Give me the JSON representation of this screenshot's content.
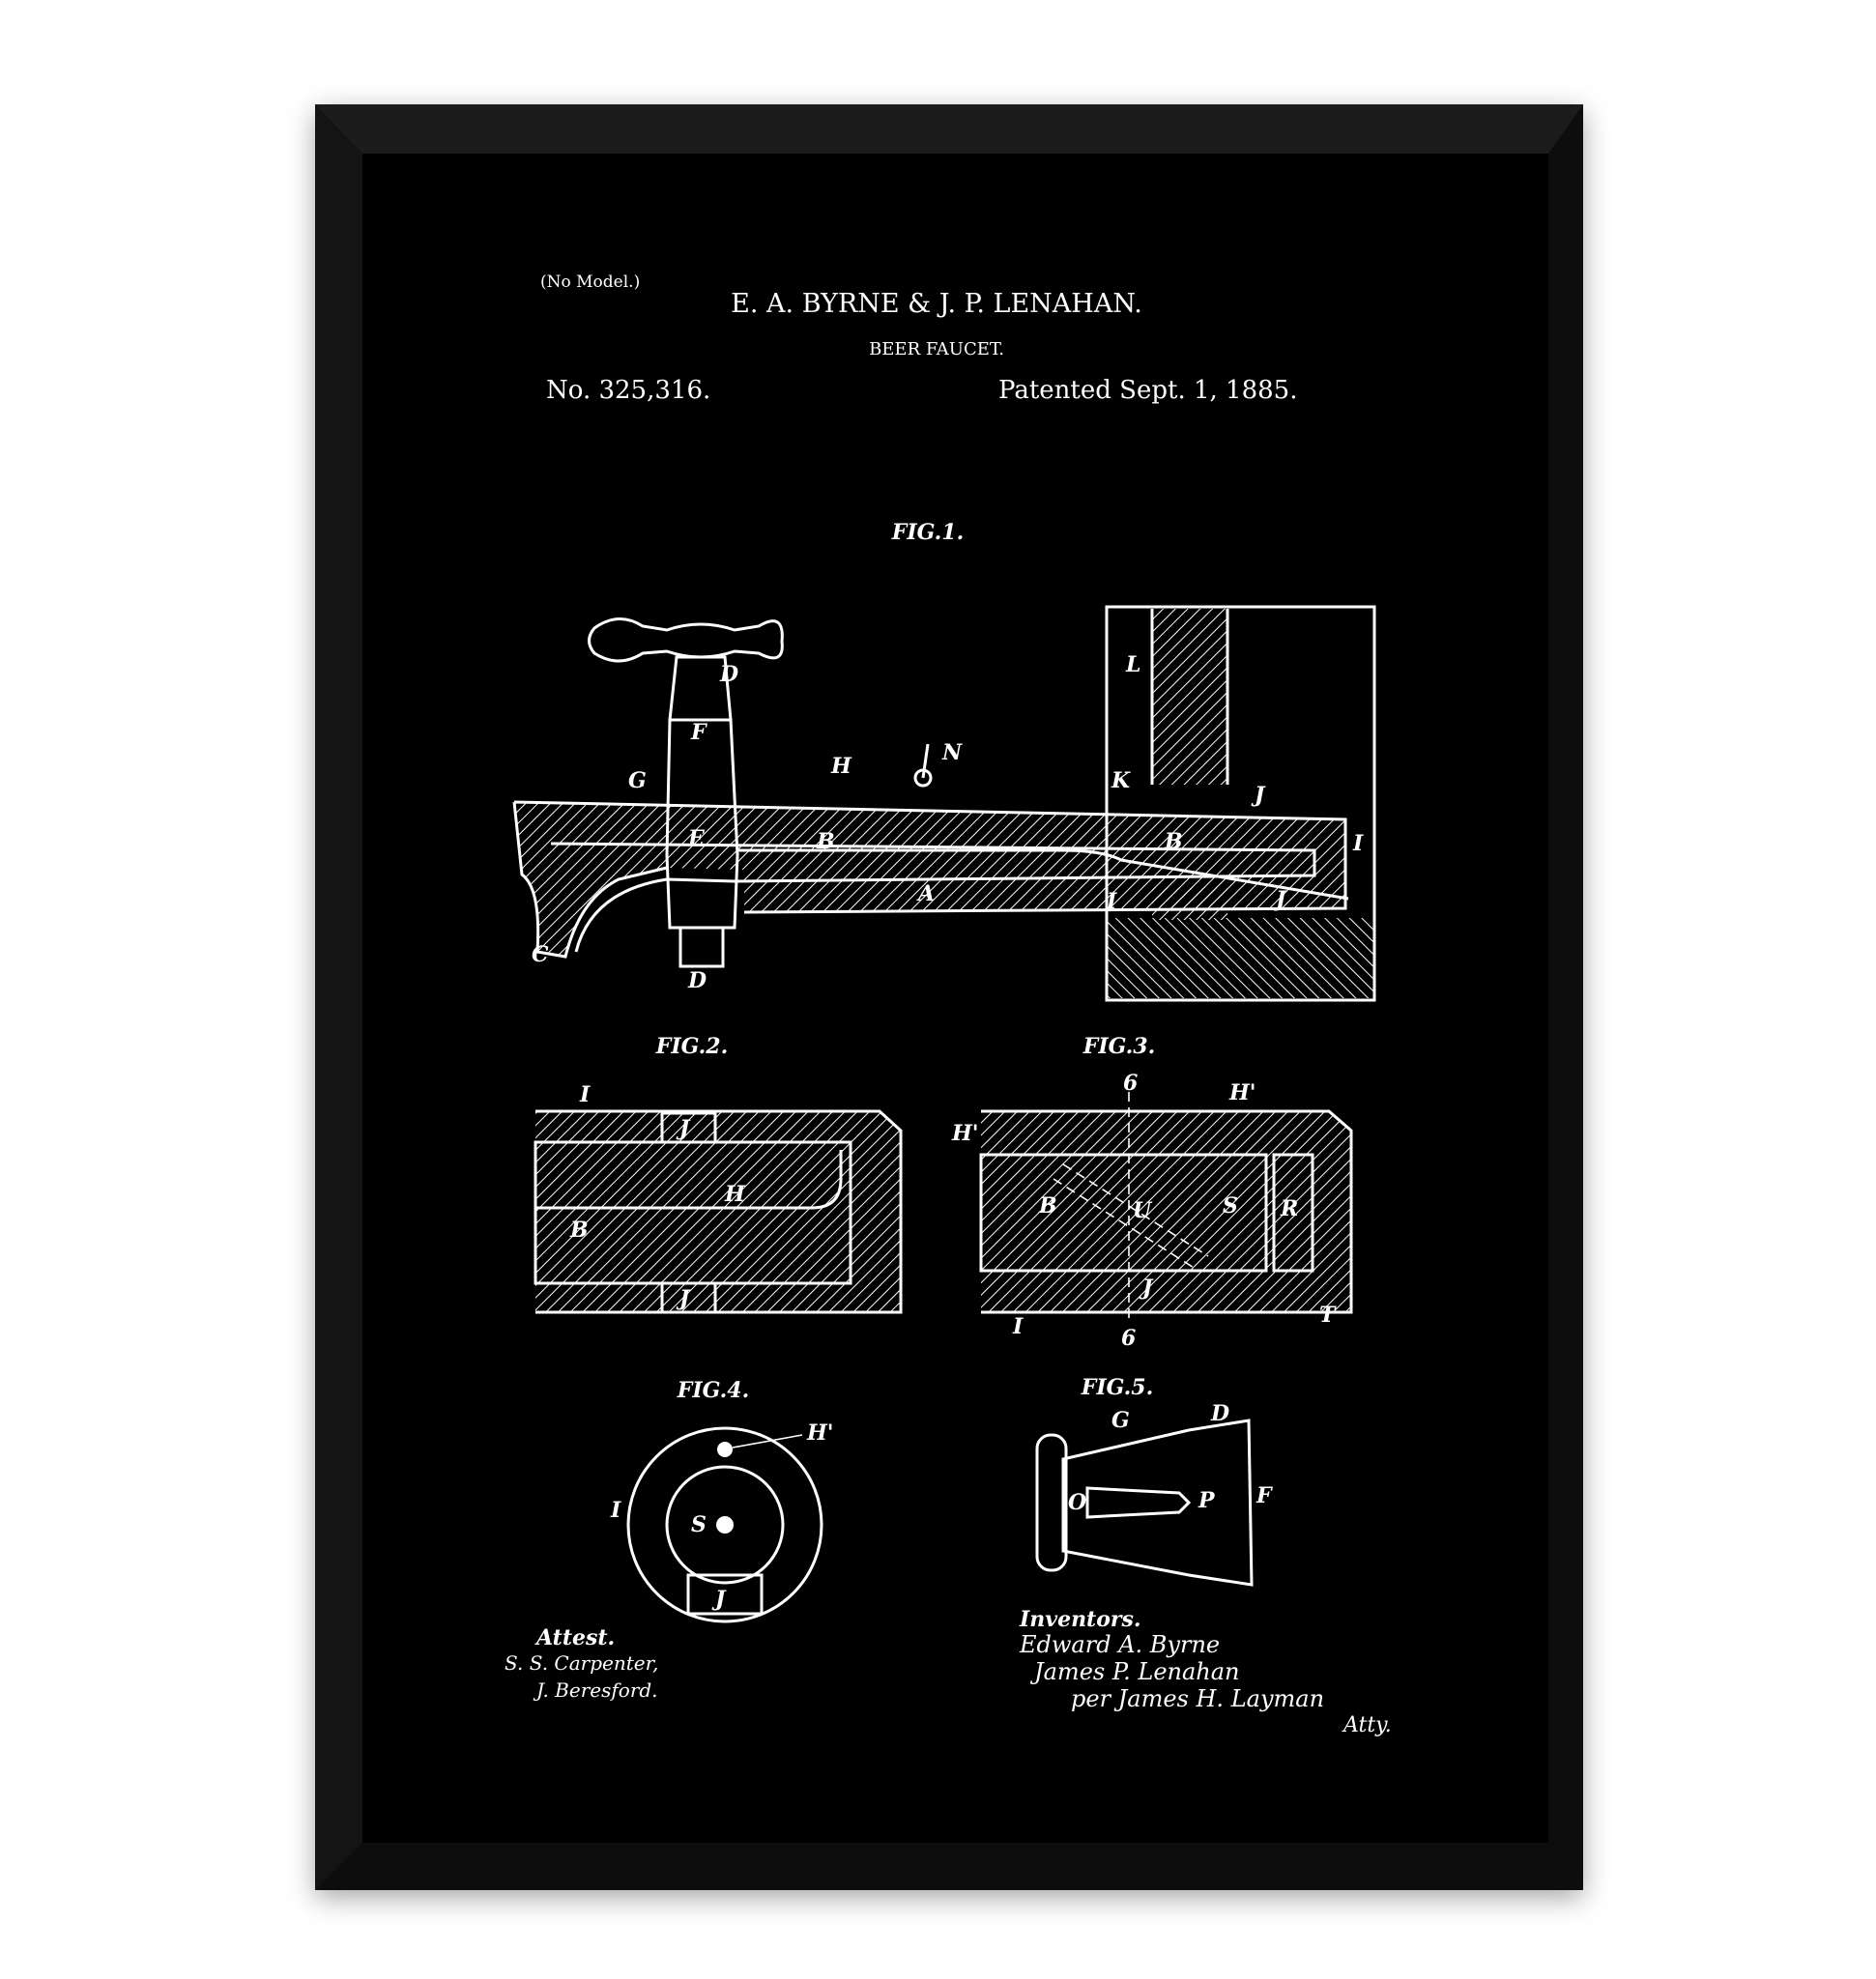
{
  "poster": {
    "no_model": "(No Model.)",
    "inventors_title": "E. A. BYRNE & J. P. LENAHAN.",
    "subject": "BEER FAUCET.",
    "patent_number": "No. 325,316.",
    "patent_date": "Patented Sept. 1, 1885."
  },
  "figures": {
    "fig1": {
      "title": "FIG.1.",
      "labels": [
        "D",
        "F",
        "G",
        "H",
        "N",
        "K",
        "L",
        "J",
        "I",
        "E",
        "B",
        "B",
        "A",
        "C",
        "D",
        "I",
        "J"
      ]
    },
    "fig2": {
      "title": "FIG.2.",
      "labels": [
        "I",
        "J",
        "H",
        "B",
        "J"
      ]
    },
    "fig3": {
      "title": "FIG.3.",
      "labels": [
        "6",
        "H'",
        "H'",
        "B",
        "U",
        "S",
        "R",
        "J",
        "I",
        "6",
        "T"
      ]
    },
    "fig4": {
      "title": "FIG.4.",
      "labels": [
        "H'",
        "I",
        "S",
        "J"
      ]
    },
    "fig5": {
      "title": "FIG.5.",
      "labels": [
        "G",
        "D",
        "O",
        "P",
        "F"
      ]
    }
  },
  "signatures": {
    "attest_title": "Attest.",
    "witnesses": [
      "S. S. Carpenter,",
      "J. Beresford."
    ],
    "inventors_title": "Inventors.",
    "inventors": [
      "Edward A. Byrne",
      "James P. Lenahan",
      "per James H. Layman",
      "Atty."
    ]
  },
  "colors": {
    "frame": "#0a0a0a",
    "mat": "#000000",
    "ink": "#ffffff",
    "wall": "#ffffff"
  }
}
